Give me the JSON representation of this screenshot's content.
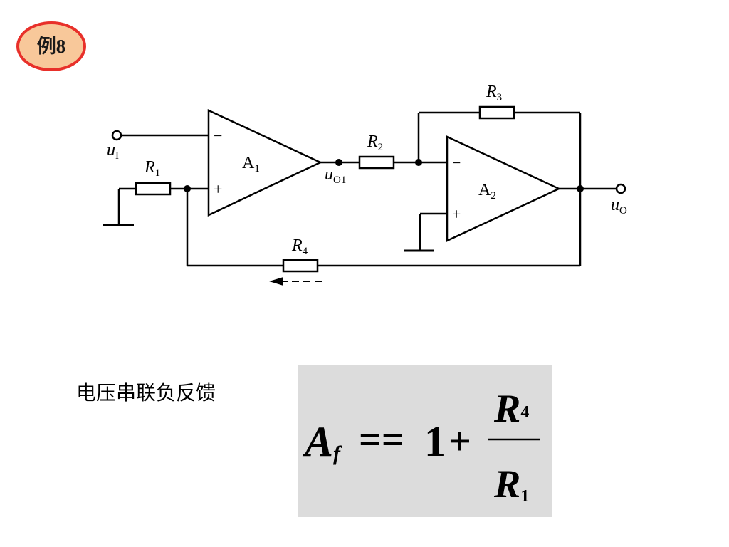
{
  "badge": {
    "label": "例8"
  },
  "circuit": {
    "input_label": {
      "main": "u",
      "sub": "I"
    },
    "output_label": {
      "main": "u",
      "sub": "O"
    },
    "mid_label": {
      "main": "u",
      "sub": "O1"
    },
    "opamps": [
      {
        "main": "A",
        "sub": "1"
      },
      {
        "main": "A",
        "sub": "2"
      }
    ],
    "resistors": [
      {
        "main": "R",
        "sub": "1"
      },
      {
        "main": "R",
        "sub": "2"
      },
      {
        "main": "R",
        "sub": "3"
      },
      {
        "main": "R",
        "sub": "4"
      }
    ],
    "minus_sign": "−",
    "plus_sign": "+"
  },
  "description": "电压串联负反馈",
  "formula": {
    "lhs_main": "A",
    "lhs_sub": "f",
    "equals": "==",
    "one": "1",
    "plus": "+",
    "num_main": "R",
    "num_sub": "4",
    "den_main": "R",
    "den_sub": "1"
  }
}
